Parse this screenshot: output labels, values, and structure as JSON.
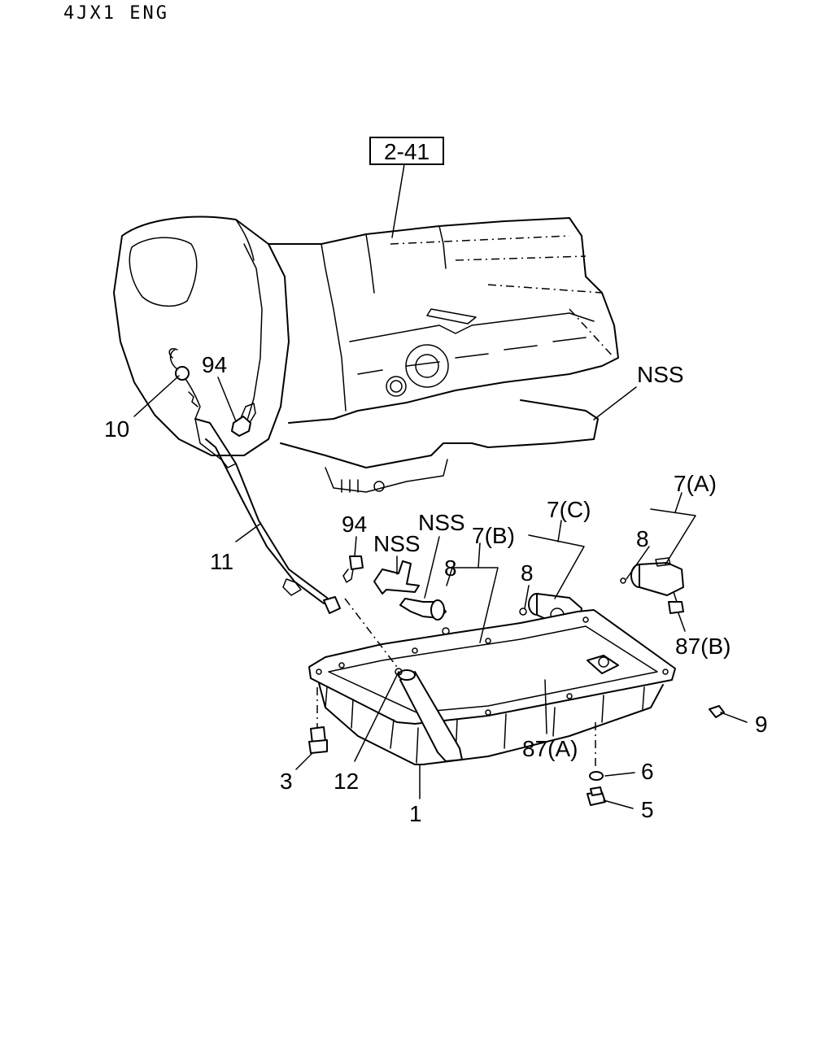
{
  "header": {
    "title": "4JX1  ENG"
  },
  "ref_box": {
    "label": "2-41"
  },
  "callouts": {
    "c1": "1",
    "c3": "3",
    "c5": "5",
    "c6": "6",
    "c7a": "7(A)",
    "c7b": "7(B)",
    "c7c": "7(C)",
    "c8a": "8",
    "c8b": "8",
    "c8c": "8",
    "c9": "9",
    "c10": "10",
    "c11": "11",
    "c12": "12",
    "c87a": "87(A)",
    "c87b": "87(B)",
    "c94a": "94",
    "c94b": "94",
    "nss1": "NSS",
    "nss2": "NSS",
    "nss3": "NSS"
  }
}
